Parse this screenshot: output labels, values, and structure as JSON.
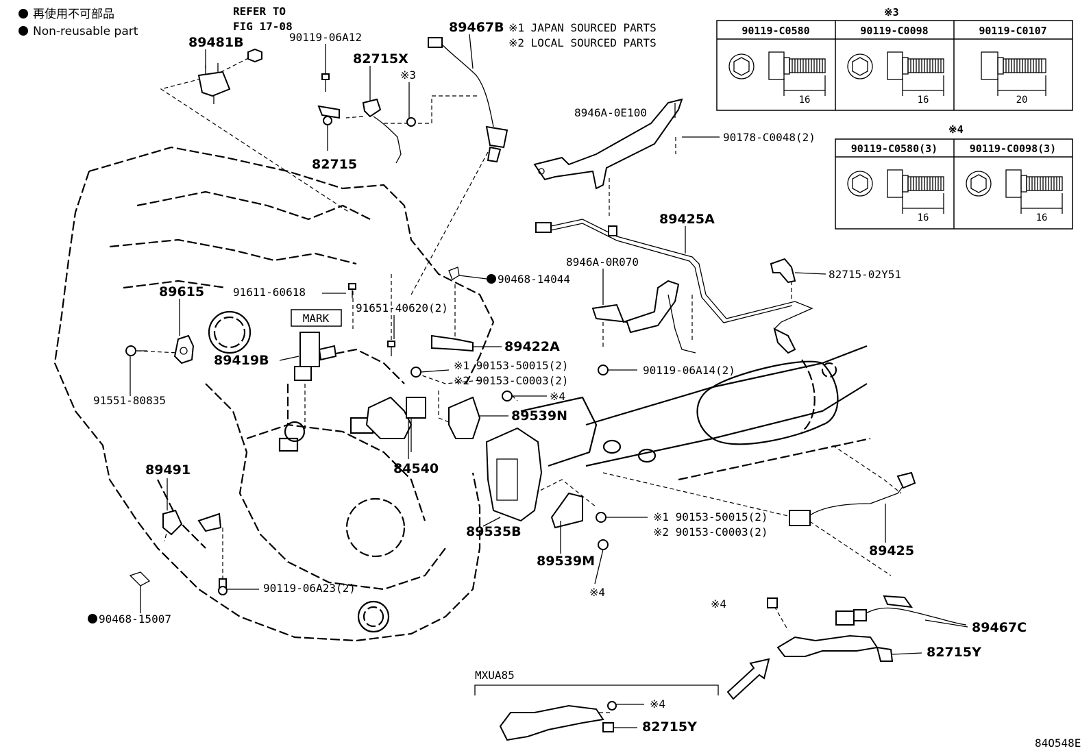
{
  "legend": {
    "title_jp": "再使用不可部品",
    "title_en": "Non-reusable part"
  },
  "notes": {
    "refer_to": "REFER TO",
    "fig": "FIG 17-08",
    "note1": "※1 JAPAN SOURCED PARTS",
    "note2": "※2 LOCAL SOURCED PARTS",
    "mark": "MARK",
    "mxua85": "MXUA85",
    "diagram_id": "84O548E"
  },
  "bolt_table_3": {
    "header": "※3",
    "columns": [
      "90119-C0580",
      "90119-C0098",
      "90119-C0107"
    ],
    "dims": [
      "16",
      "16",
      "20"
    ]
  },
  "bolt_table_4": {
    "header": "※4",
    "columns": [
      "90119-C0580(3)",
      "90119-C0098(3)"
    ],
    "dims": [
      "16",
      "16"
    ]
  },
  "parts": {
    "p89481B": "89481B",
    "p90119_06A12": "90119-06A12",
    "p82715X": "82715X",
    "p82715X_note": "※3",
    "p82715": "82715",
    "p89467B": "89467B",
    "p8946A_0E100": "8946A-0E100",
    "p90178": "90178-C0048(2)",
    "p89425A": "89425A",
    "p8946A_0R070": "8946A-0R070",
    "p82715_02Y51": "82715-02Y51",
    "p89615": "89615",
    "p91611": "91611-60618",
    "p91651": "91651-40620(2)",
    "p90468_14044": "90468-14044",
    "p89422A": "89422A",
    "p89419B": "89419B",
    "p90153_a1": "※1 90153-50015(2)",
    "p90153_a2": "※2 90153-C0003(2)",
    "p90119_06A14": "90119-06A14(2)",
    "p91551": "91551-80835",
    "p_note4_a": "※4",
    "p89539N": "89539N",
    "p84540": "84540",
    "p89491": "89491",
    "p89535B": "89535B",
    "p90153_b1": "※1 90153-50015(2)",
    "p90153_b2": "※2 90153-C0003(2)",
    "p89539M": "89539M",
    "p_note4_b": "※4",
    "p89425": "89425",
    "p90119_06A23": "90119-06A23(2)",
    "p90468_15007": "90468-15007",
    "p_note4_c": "※4",
    "p89467C": "89467C",
    "p82715Y_a": "82715Y",
    "p_note4_d": "※4",
    "p82715Y_b": "82715Y"
  }
}
